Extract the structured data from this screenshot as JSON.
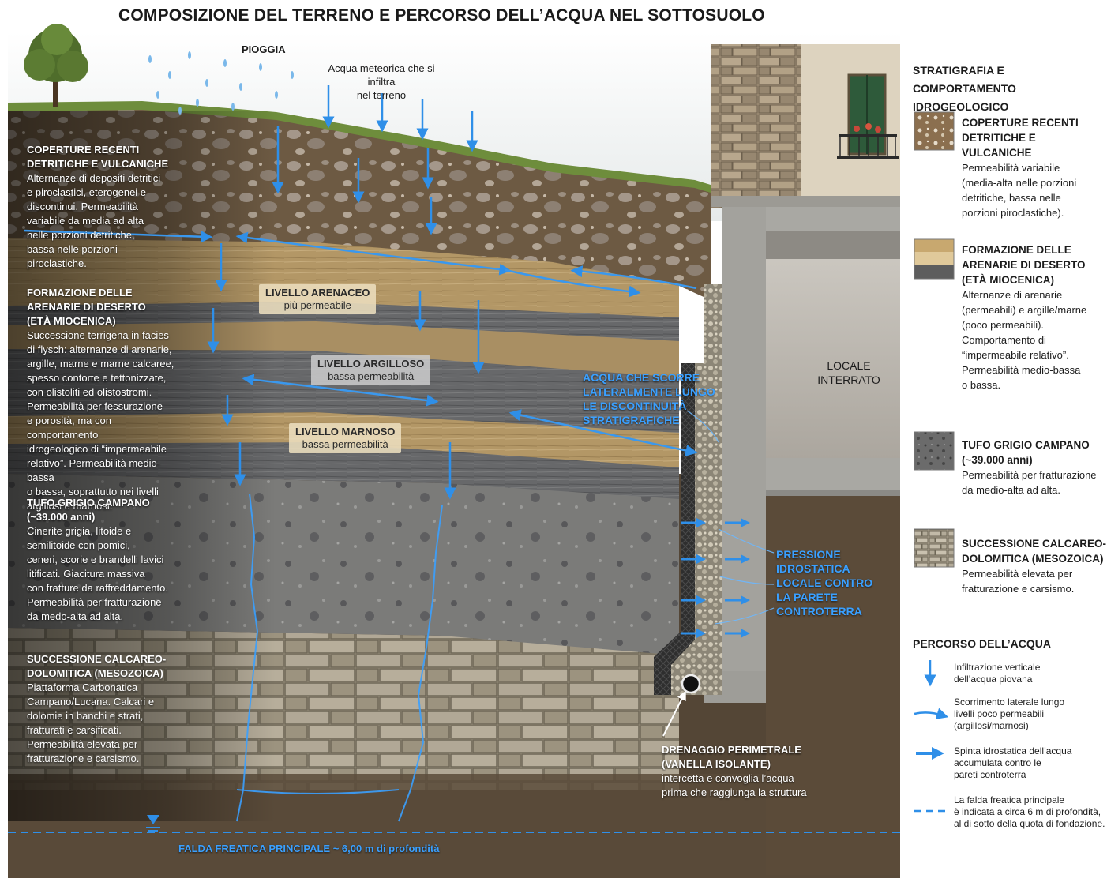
{
  "title": "COMPOSIZIONE DEL TERRENO E PERCORSO DELL’ACQUA NEL SOTTOSUOLO",
  "labels": {
    "rain": "PIOGGIA",
    "infiltration": [
      "Acqua meteorica che si infiltra",
      "nel terreno"
    ],
    "left_layers": [
      {
        "title": [
          "COPERTURE RECENTI",
          "DETRITICHE E VULCANICHE"
        ],
        "lines": [
          "Alternanze di depositi detritici",
          "e piroclastici, eterogenei e",
          "discontinui. Permeabilità",
          "variabile da media ad alta",
          "nelle porzioni detritiche,",
          "bassa nelle porzioni",
          "piroclastiche."
        ]
      },
      {
        "title": [
          "FORMAZIONE DELLE",
          "ARENARIE DI DESERTO",
          "(ETÀ MIOCENICA)"
        ],
        "lines": [
          "Successione terrigena in facies",
          "di flysch: alternanze di arenarie,",
          "argille, marne e marne calcaree,",
          "spesso contorte e tettonizzate,",
          "con olistoliti ed olistostromi.",
          "Permeabilità per fessurazione",
          "e porosità, ma con comportamento",
          "idrogeologico di “impermeabile",
          "relativo”. Permeabilità medio-bassa",
          "o bassa, soprattutto nei livelli",
          "argillosi e marnosi."
        ]
      },
      {
        "title": [
          "TUFO GRIGIO CAMPANO",
          "(~39.000 anni)"
        ],
        "lines": [
          "Cinerite grigia, litoide e",
          "semilitoide con pomici,",
          "ceneri, scorie e brandelli lavici",
          "litificati. Giacitura massiva",
          "con fratture da raffreddamento.",
          "Permeabilità per fratturazione",
          "da medo-alta ad alta."
        ]
      },
      {
        "title": [
          "SUCCESSIONE CALCAREO-",
          "DOLOMITICA (MESOZOICA)"
        ],
        "lines": [
          "Piattaforma Carbonatica",
          "Campano/Lucana. Calcari e",
          "dolomie in banchi e strati,",
          "fratturati e carsificati.",
          "Permeabilità elevata per",
          "fratturazione e carsismo."
        ]
      }
    ],
    "tags": [
      {
        "title": "LIVELLO ARENACEO",
        "sub": "più permeabile"
      },
      {
        "title": "LIVELLO ARGILLOSO",
        "sub": "bassa permeabilità"
      },
      {
        "title": "LIVELLO MARNOSO",
        "sub": "bassa permeabilità"
      }
    ],
    "lateral_flow": [
      "ACQUA CHE SCORRE",
      "LATERALMENTE LUNGO",
      "LE DISCONTINUITÀ",
      "STRATIGRAFICHE"
    ],
    "room": [
      "LOCALE",
      "INTERRATO"
    ],
    "pressure": [
      "PRESSIONE",
      "IDROSTATICA",
      "LOCALE CONTRO",
      "LA PARETE",
      "CONTROTERRA"
    ],
    "drainage": {
      "title": [
        "DRENAGGIO PERIMETRALE",
        "(VANELLA ISOLANTE)"
      ],
      "lines": [
        "intercetta e convoglia l’acqua",
        "prima che raggiunga la struttura"
      ]
    },
    "water_table": "FALDA FREATICA PRINCIPALE ~ 6,00 m di profondità"
  },
  "legend": {
    "title": [
      "STRATIGRAFIA E COMPORTAMENTO",
      "IDROGEOLOGICO"
    ],
    "items": [
      {
        "swatch": "detritico",
        "title": [
          "COPERTURE RECENTI",
          "DETRITICHE E VULCANICHE"
        ],
        "lines": [
          "Permeabilità variabile",
          "(media-alta nelle porzioni",
          "detritiche, bassa nelle",
          "porzioni piroclastiche)."
        ]
      },
      {
        "swatch": "arenarie",
        "title": [
          "FORMAZIONE DELLE",
          "ARENARIE DI DESERTO",
          "(ETÀ MIOCENICA)"
        ],
        "lines": [
          "Alternanze di arenarie",
          "(permeabili) e argille/marne",
          "(poco permeabili).",
          "Comportamento di",
          "“impermeabile relativo”.",
          "Permeabilità medio-bassa",
          "o bassa."
        ]
      },
      {
        "swatch": "tufo",
        "title": [
          "TUFO GRIGIO CAMPANO",
          "(~39.000 anni)"
        ],
        "lines": [
          "Permeabilità per fratturazione",
          "da medio-alta ad alta."
        ]
      },
      {
        "swatch": "calcare",
        "title": [
          "SUCCESSIONE CALCAREO-",
          "DOLOMITICA (MESOZOICA)"
        ],
        "lines": [
          "Permeabilità elevata per",
          "fratturazione e carsismo."
        ]
      }
    ],
    "path_title": "PERCORSO DELL’ACQUA",
    "path_items": [
      {
        "symbol": "vertical-arrow",
        "lines": [
          "Infiltrazione verticale",
          "dell’acqua piovana"
        ]
      },
      {
        "symbol": "lateral-arrow",
        "lines": [
          "Scorrimento laterale lungo",
          "livelli poco permeabili",
          "(argillosi/marnosi)"
        ]
      },
      {
        "symbol": "thrust-arrow",
        "lines": [
          "Spinta idrostatica dell’acqua",
          "accumulata contro le",
          "pareti controterra"
        ]
      },
      {
        "symbol": "dashed-line",
        "lines": [
          "La falda freatica principale",
          "è indicata a circa 6 m di profondità,",
          "al di sotto della quota di fondazione."
        ]
      }
    ]
  },
  "colors": {
    "water": "#2f8fe8",
    "water_light": "#6cb8ff",
    "sky": "#e9ecec",
    "topsoil": "#6d5a43",
    "sandstone": "#b69a6e",
    "clay": "#6f6f6c",
    "tufo": "#7d7d7b",
    "limestone": "#a79e8c",
    "bedrock": "#544636"
  }
}
